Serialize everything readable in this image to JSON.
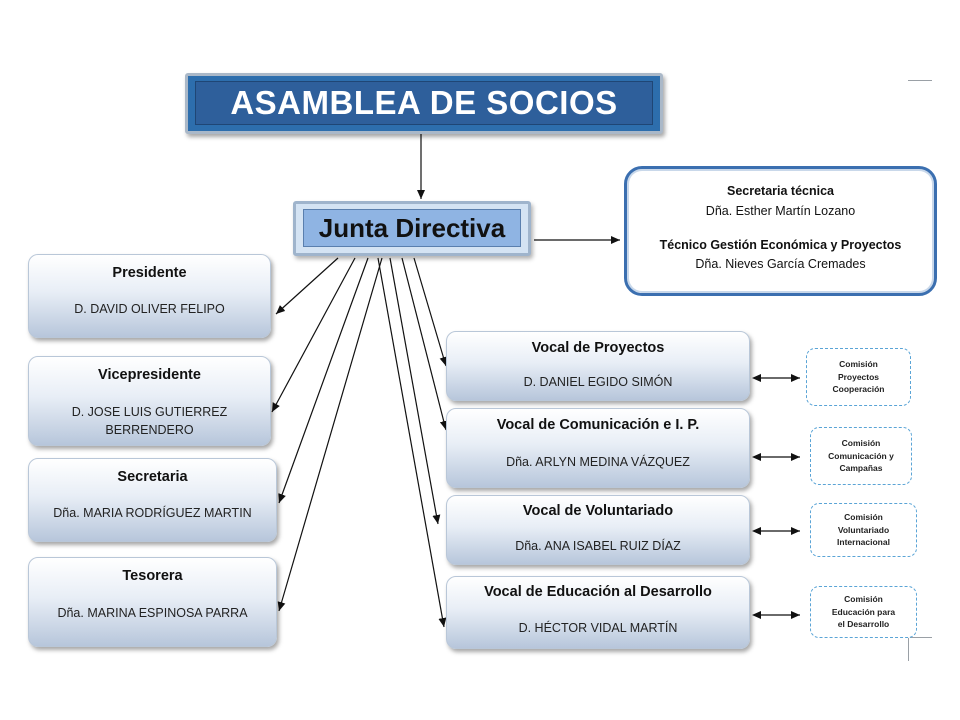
{
  "asamblea": {
    "title": "ASAMBLEA DE SOCIOS"
  },
  "junta": {
    "title": "Junta Directiva"
  },
  "secretaria_tecnica": {
    "title1": "Secretaria técnica",
    "name1": "Dña. Esther Martín Lozano",
    "title2": "Técnico  Gestión Económica y Proyectos",
    "name2": "Dña. Nieves García Cremades"
  },
  "left_roles": [
    {
      "title": "Presidente",
      "name": "D. DAVID OLIVER FELIPO"
    },
    {
      "title": "Vicepresidente",
      "name": "D. JOSE LUIS GUTIERREZ BERRENDERO"
    },
    {
      "title": "Secretaria",
      "name": "Dña. MARIA  RODRÍGUEZ MARTIN"
    },
    {
      "title": "Tesorera",
      "name": "Dña. MARINA ESPINOSA PARRA"
    }
  ],
  "vocales": [
    {
      "title": "Vocal de Proyectos",
      "name": "D.  DANIEL EGIDO SIMÓN"
    },
    {
      "title": "Vocal de Comunicación e I. P.",
      "name": "Dña. ARLYN MEDINA VÁZQUEZ"
    },
    {
      "title": "Vocal de  Voluntariado",
      "name": "Dña. ANA ISABEL RUIZ DÍAZ"
    },
    {
      "title": "Vocal de Educación al Desarrollo",
      "name": "D. HÉCTOR VIDAL MARTÍN"
    }
  ],
  "comisiones": [
    {
      "text": "Comisión\nProyectos\nCooperación"
    },
    {
      "text": "Comisión\nComunicación y\nCampañas"
    },
    {
      "text": "Comisión\nVoluntariado\nInternacional"
    },
    {
      "text": "Comisión\nEducación para\nel  Desarrollo"
    }
  ],
  "colors": {
    "banner": "#2e5f9b",
    "junta": "#8fb4e3",
    "tecnica_border": "#3b6fb0",
    "comision_border": "#5aa4d6"
  }
}
